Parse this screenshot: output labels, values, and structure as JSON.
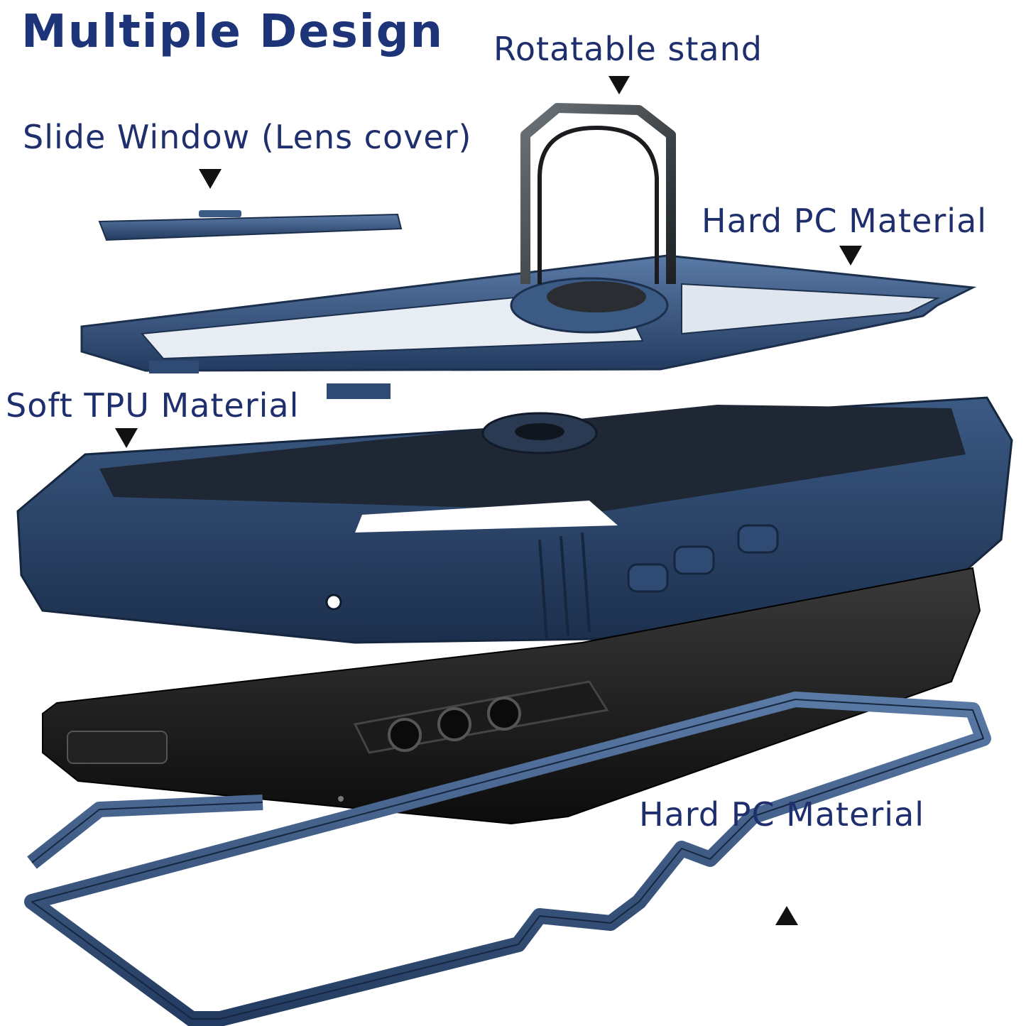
{
  "title": "Multiple Design",
  "labels": {
    "rotatable_stand": "Rotatable stand",
    "slide_window": "Slide Window (Lens cover)",
    "hard_pc_top": "Hard PC Material",
    "soft_tpu": "Soft TPU Material",
    "hard_pc_bottom": "Hard PC Material"
  },
  "colors": {
    "title": "#1e3479",
    "label": "#1f2f6e",
    "case_blue": "#2f4a73",
    "case_blue_light": "#4a6a96",
    "phone_black": "#141414",
    "ring": "#3a3f44"
  },
  "icons": [
    "arrow-down-icon",
    "arrow-up-icon"
  ]
}
